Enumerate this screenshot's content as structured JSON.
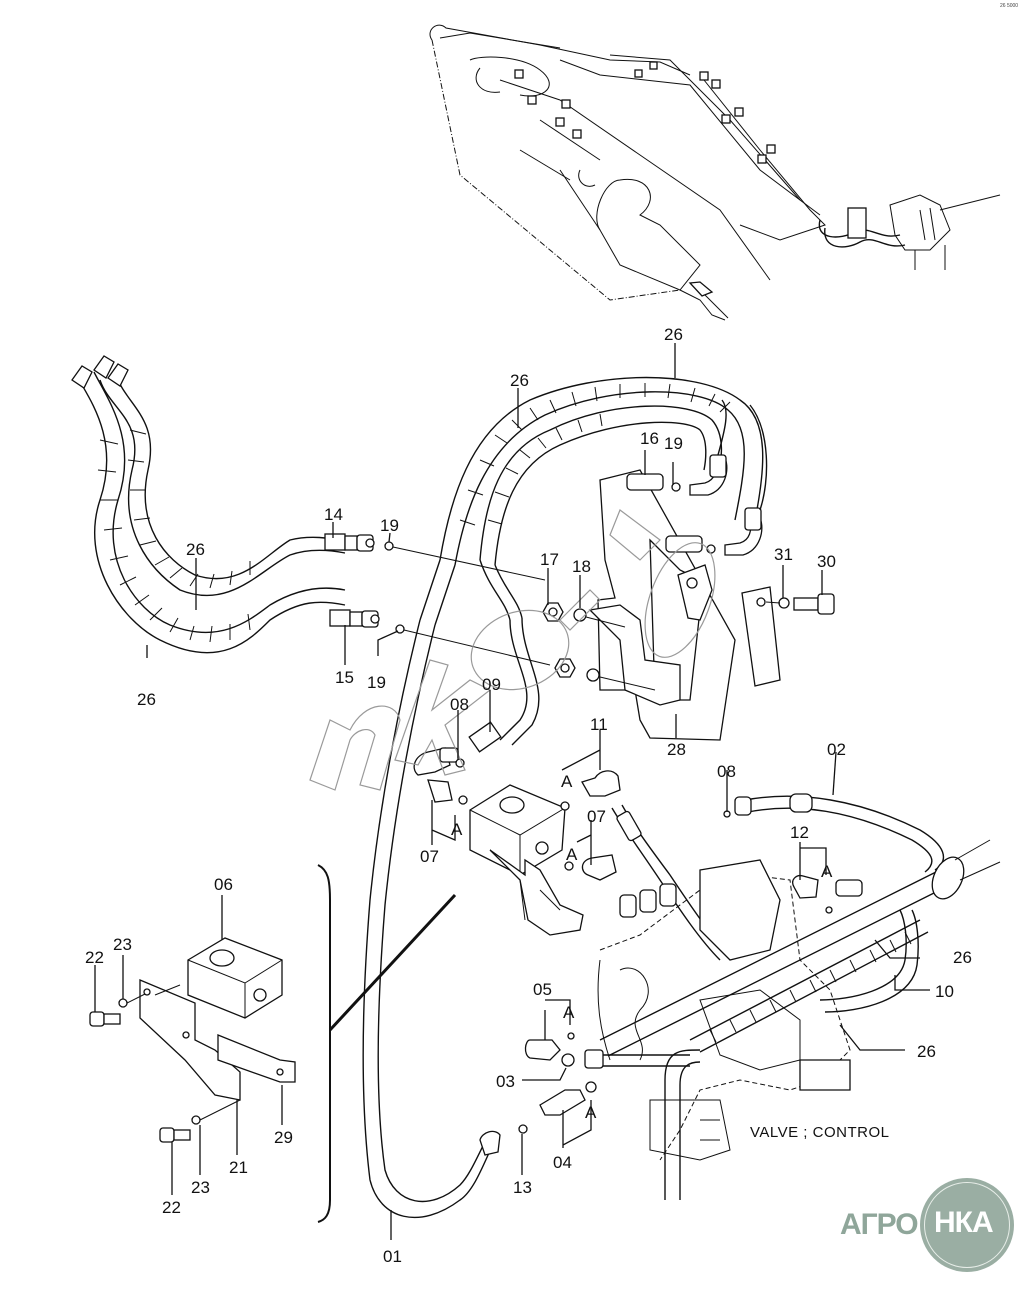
{
  "diagram": {
    "title": "Hydraulic piping for breaker attachment",
    "caption": "VALVE ; CONTROL",
    "watermark": "nkz.ru",
    "corner_mark": "26 5000",
    "part_labels": [
      {
        "id": "01",
        "text": "01"
      },
      {
        "id": "02",
        "text": "02"
      },
      {
        "id": "03",
        "text": "03"
      },
      {
        "id": "04",
        "text": "04"
      },
      {
        "id": "05",
        "text": "05"
      },
      {
        "id": "06",
        "text": "06"
      },
      {
        "id": "07a",
        "text": "07"
      },
      {
        "id": "07b",
        "text": "07"
      },
      {
        "id": "08a",
        "text": "08"
      },
      {
        "id": "08b",
        "text": "08"
      },
      {
        "id": "09",
        "text": "09"
      },
      {
        "id": "10",
        "text": "10"
      },
      {
        "id": "11",
        "text": "11"
      },
      {
        "id": "12",
        "text": "12"
      },
      {
        "id": "13",
        "text": "13"
      },
      {
        "id": "14",
        "text": "14"
      },
      {
        "id": "15",
        "text": "15"
      },
      {
        "id": "16",
        "text": "16"
      },
      {
        "id": "17",
        "text": "17"
      },
      {
        "id": "18",
        "text": "18"
      },
      {
        "id": "19a",
        "text": "19"
      },
      {
        "id": "19b",
        "text": "19"
      },
      {
        "id": "19c",
        "text": "19"
      },
      {
        "id": "21",
        "text": "21"
      },
      {
        "id": "22a",
        "text": "22"
      },
      {
        "id": "22b",
        "text": "22"
      },
      {
        "id": "23a",
        "text": "23"
      },
      {
        "id": "23b",
        "text": "23"
      },
      {
        "id": "26a",
        "text": "26"
      },
      {
        "id": "26b",
        "text": "26"
      },
      {
        "id": "26c",
        "text": "26"
      },
      {
        "id": "26d",
        "text": "26"
      },
      {
        "id": "26e",
        "text": "26"
      },
      {
        "id": "26f",
        "text": "26"
      },
      {
        "id": "28",
        "text": "28"
      },
      {
        "id": "29",
        "text": "29"
      },
      {
        "id": "30",
        "text": "30"
      },
      {
        "id": "31",
        "text": "31"
      }
    ],
    "ref_marks": {
      "A": "A"
    }
  },
  "logo": {
    "left_text": "АГРО",
    "right_text": "НКА",
    "color": "#9aaea3"
  }
}
